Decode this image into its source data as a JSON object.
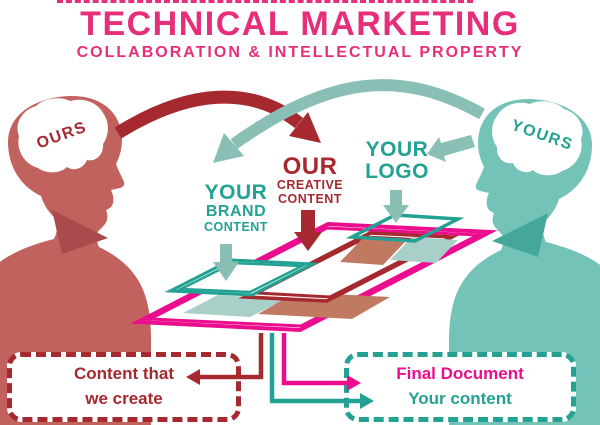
{
  "header": {
    "title": "TECHNICAL MARKETING",
    "subtitle": "COLLABORATION & INTELLECTUAL PROPERTY"
  },
  "heads": {
    "left_brain_label": "OURS",
    "right_brain_label": "YOURS"
  },
  "layer_labels": {
    "brand": [
      "YOUR",
      "BRAND",
      "CONTENT"
    ],
    "creative": [
      "OUR",
      "CREATIVE",
      "CONTENT"
    ],
    "logo": [
      "YOUR",
      "LOGO"
    ]
  },
  "callouts": {
    "left_box": [
      "Content that",
      "we create"
    ],
    "right_box": [
      "Final Document",
      "Your content"
    ]
  },
  "colors": {
    "pink_title": "#e62e7a",
    "magenta": "#ec0c8e",
    "dark_red": "#a5292e",
    "head_red": "#c2625f",
    "collar_red": "#ab4a4c",
    "teal": "#23a294",
    "head_teal": "#74c3b8",
    "collar_teal": "#45a79a",
    "muted_teal": "#8abfb6",
    "patch_teal": "#a9cfc9",
    "patch_salmon": "#c17a62"
  }
}
